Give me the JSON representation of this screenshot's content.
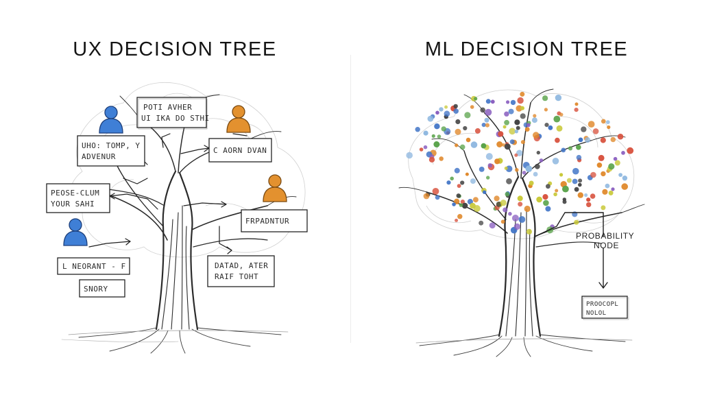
{
  "left": {
    "title": "UX DECISION TREE",
    "boxes": [
      {
        "line1": "POTI AVHER",
        "line2": "UI IKA DO STHI"
      },
      {
        "line1": "UHO: TOMP, Y",
        "line2": "ADVENUR"
      },
      {
        "line1": "C AORN DVAN",
        "line2": ""
      },
      {
        "line1": "PEOSE-CLUM",
        "line2": "YOUR SAHI"
      },
      {
        "line1": "FRPADNTUR",
        "line2": ""
      },
      {
        "line1": "DATAD, ATER",
        "line2": "RAIF TOHT"
      },
      {
        "line1": "L NEORANT - F",
        "line2": ""
      },
      {
        "line1": "SNORY",
        "line2": ""
      }
    ],
    "user_colors": [
      "#3f7fd6",
      "#e3912f",
      "#e3912f",
      "#3f7fd6"
    ]
  },
  "right": {
    "title": "ML DECISION TREE",
    "probability_label": "PROBABILITY",
    "probability_sub": "NODE",
    "leaf_box": {
      "line1": "PROOCOPL",
      "line2": "NOLOL"
    },
    "leaf_colors": [
      "#3f73c6",
      "#e0892c",
      "#5aa34a",
      "#8a5fc0",
      "#d8533f",
      "#8fb8e0",
      "#c9c93a",
      "#444444"
    ]
  }
}
